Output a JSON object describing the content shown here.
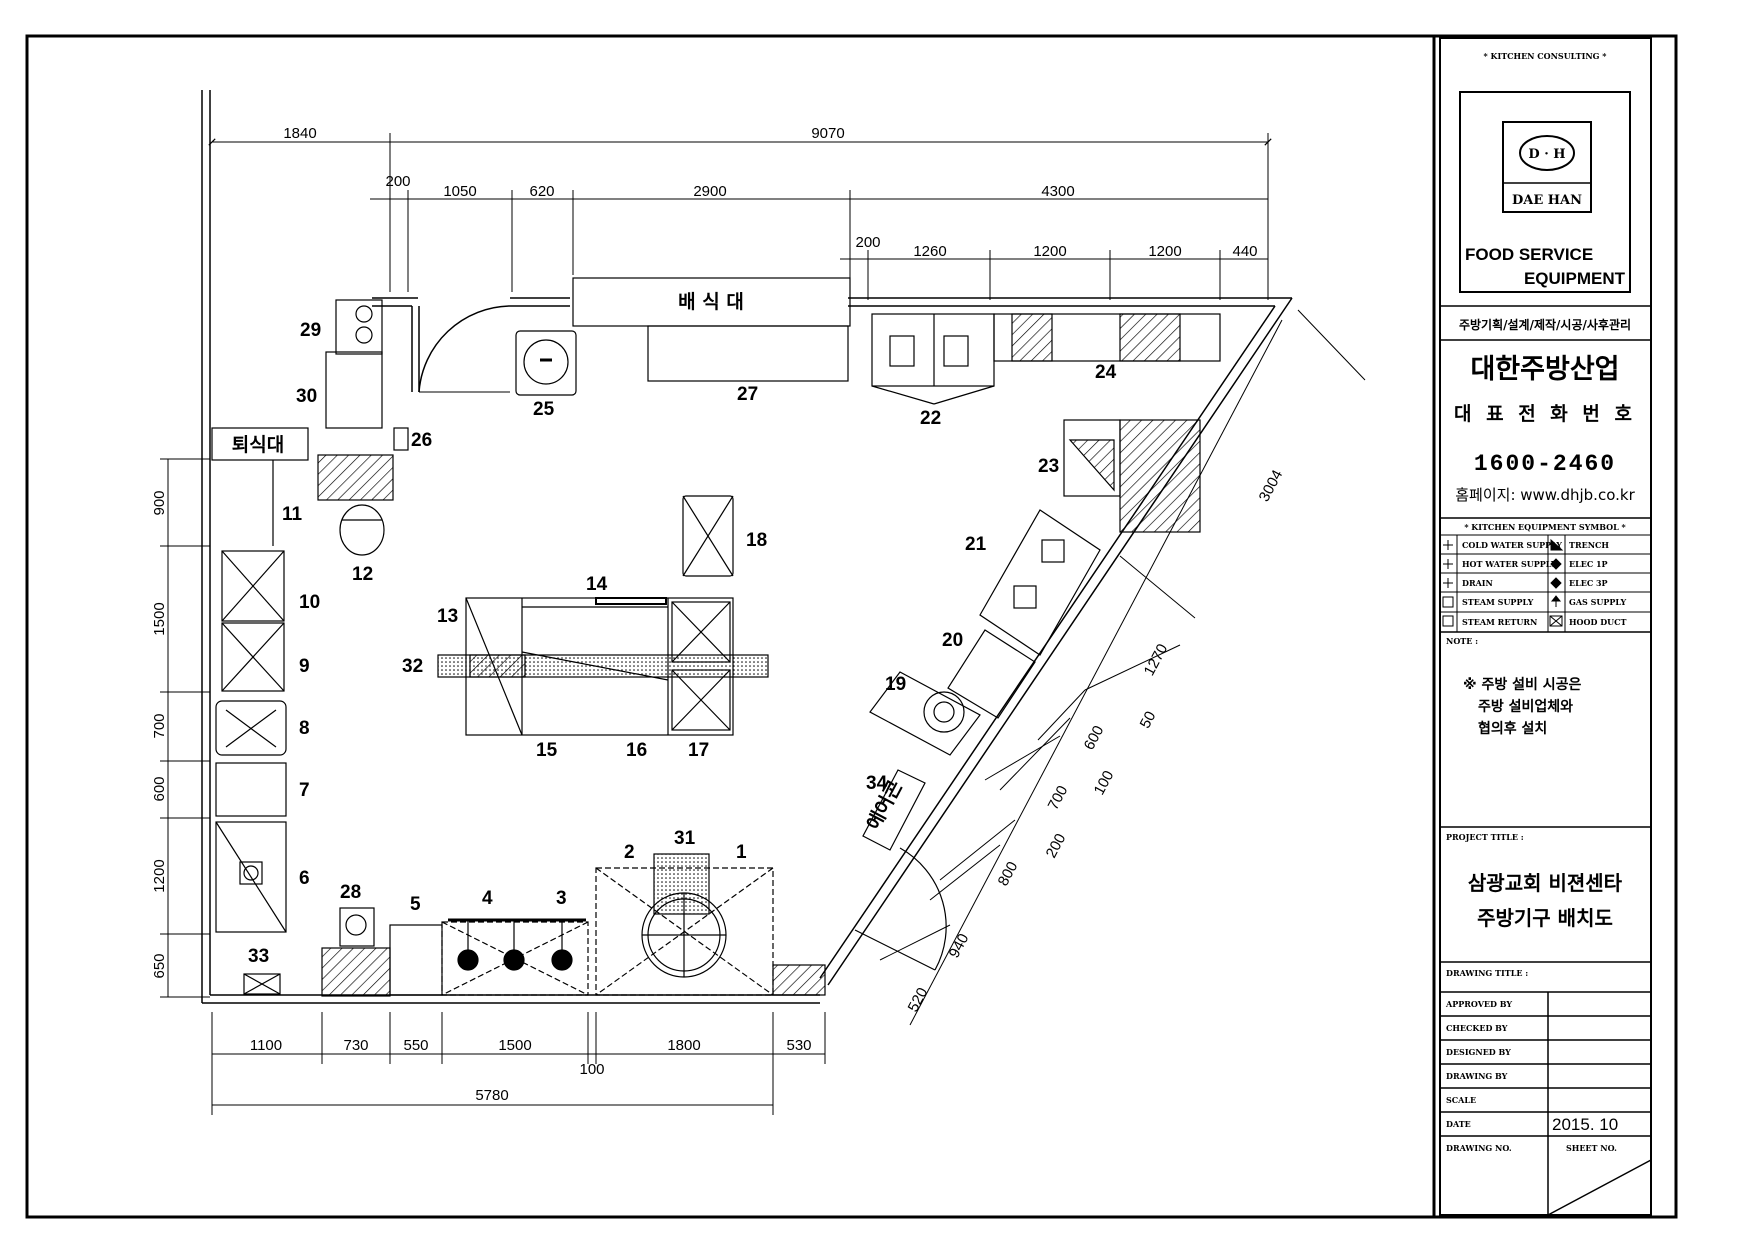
{
  "title_block": {
    "header": "* KITCHEN CONSULTING *",
    "logo_mark": "D · H",
    "logo_name": "DAE HAN",
    "logo_line1": "FOOD SERVICE",
    "logo_line2": "EQUIPMENT",
    "services": "주방기획/설계/제작/시공/사후관리",
    "company": "대한주방산업",
    "phone_label": "대 표 전 화 번 호",
    "phone": "1600-2460",
    "website": "홈페이지: www.dhjb.co.kr",
    "symbol_title": "* KITCHEN EQUIPMENT SYMBOL *",
    "symbols": [
      {
        "left": "COLD WATER SUPPLY",
        "right": "TRENCH"
      },
      {
        "left": "HOT WATER SUPPLY",
        "right": "ELEC 1P"
      },
      {
        "left": "DRAIN",
        "right": "ELEC 3P"
      },
      {
        "left": "STEAM SUPPLY",
        "right": "GAS SUPPLY"
      },
      {
        "left": "STEAM RETURN",
        "right": "HOOD DUCT"
      }
    ],
    "note_label": "NOTE :",
    "note_lines": [
      "※ 주방 설비 시공은",
      "주방 설비업체와",
      "협의후 설치"
    ],
    "project_title_label": "PROJECT TITLE :",
    "project_title_line1": "삼광교회 비젼센타",
    "project_title_line2": "주방기구 배치도",
    "drawing_title_label": "DRAWING TITLE :",
    "approved_label": "APPROVED BY",
    "checked_label": "CHECKED BY",
    "designed_label": "DESIGNED BY",
    "drawing_by_label": "DRAWING BY",
    "scale_label": "SCALE",
    "date_label": "DATE",
    "date_value": "2015. 10",
    "drawing_no_label": "DRAWING NO.",
    "sheet_no_label": "SHEET NO."
  },
  "labels": {
    "serving_table": "배  식  대",
    "return_table": "퇴식대",
    "aircon": "에어콘"
  },
  "dimensions": {
    "top1": [
      "1840",
      "9070"
    ],
    "top2": [
      "200",
      "1050",
      "620",
      "2900",
      "4300"
    ],
    "top3": [
      "200",
      "1260",
      "1200",
      "1200",
      "440"
    ],
    "left": [
      "900",
      "1500",
      "700",
      "600",
      "1200",
      "650"
    ],
    "bottom": [
      "1100",
      "730",
      "550",
      "1500",
      "100",
      "1800",
      "530"
    ],
    "bottom_total": "5780",
    "diag_total": "3004",
    "diag": [
      "1270",
      "50",
      "600",
      "100",
      "700",
      "200",
      "800",
      "940",
      "520"
    ]
  },
  "equipment_numbers": [
    "1",
    "2",
    "3",
    "4",
    "5",
    "6",
    "7",
    "8",
    "9",
    "10",
    "11",
    "12",
    "13",
    "14",
    "15",
    "16",
    "17",
    "18",
    "19",
    "20",
    "21",
    "22",
    "23",
    "24",
    "25",
    "26",
    "27",
    "28",
    "29",
    "30",
    "31",
    "32",
    "33",
    "34"
  ]
}
